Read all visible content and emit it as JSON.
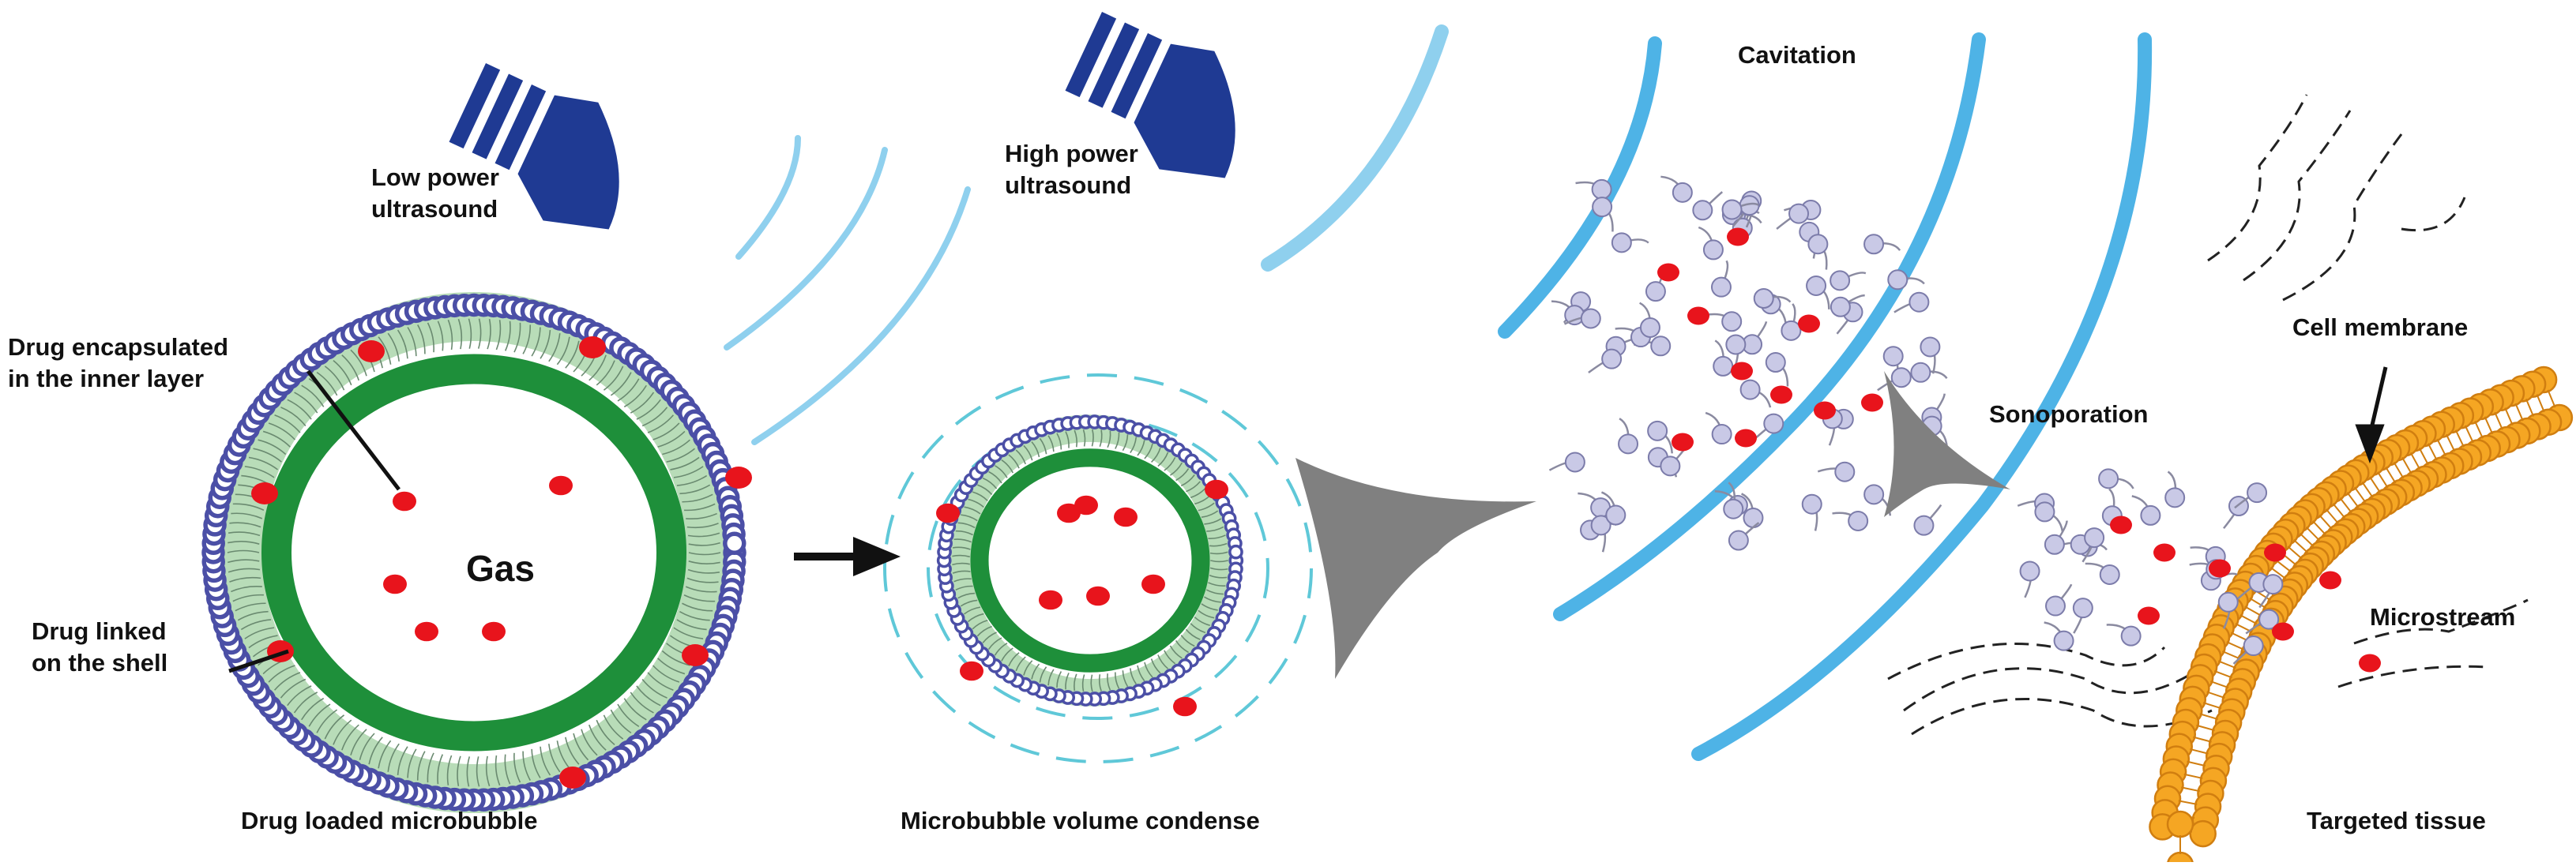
{
  "colors": {
    "wave": "#8fd0ee",
    "tube": "#4eb3e6",
    "shell_bead": "#4b4fa6",
    "lipid_band": "#b8dcb8",
    "inner_ring": "#1e8f3a",
    "drug": "#e8141c",
    "transducer": "#1f3a93",
    "arrow_gray": "#808080",
    "membrane": "#f5a623",
    "lipid_head": "#c9c9e6"
  },
  "icons": [
    "low-power-transducer-icon",
    "high-power-transducer-icon"
  ],
  "labels": {
    "low_power_1": "Low power",
    "low_power_2": "ultrasound",
    "high_power_1": "High power",
    "high_power_2": "ultrasound",
    "cavitation": "Cavitation",
    "drug_enc_1": "Drug encapsulated",
    "drug_enc_2": "in the inner layer",
    "gas": "Gas",
    "drug_linked_1": "Drug linked",
    "drug_linked_2": "on the shell",
    "sonoporation": "Sonoporation",
    "cell_membrane": "Cell membrane",
    "microstream": "Microstream",
    "caption_1": "Drug loaded microbubble",
    "caption_2": "Microbubble volume condense",
    "caption_3": "Targeted tissue"
  }
}
